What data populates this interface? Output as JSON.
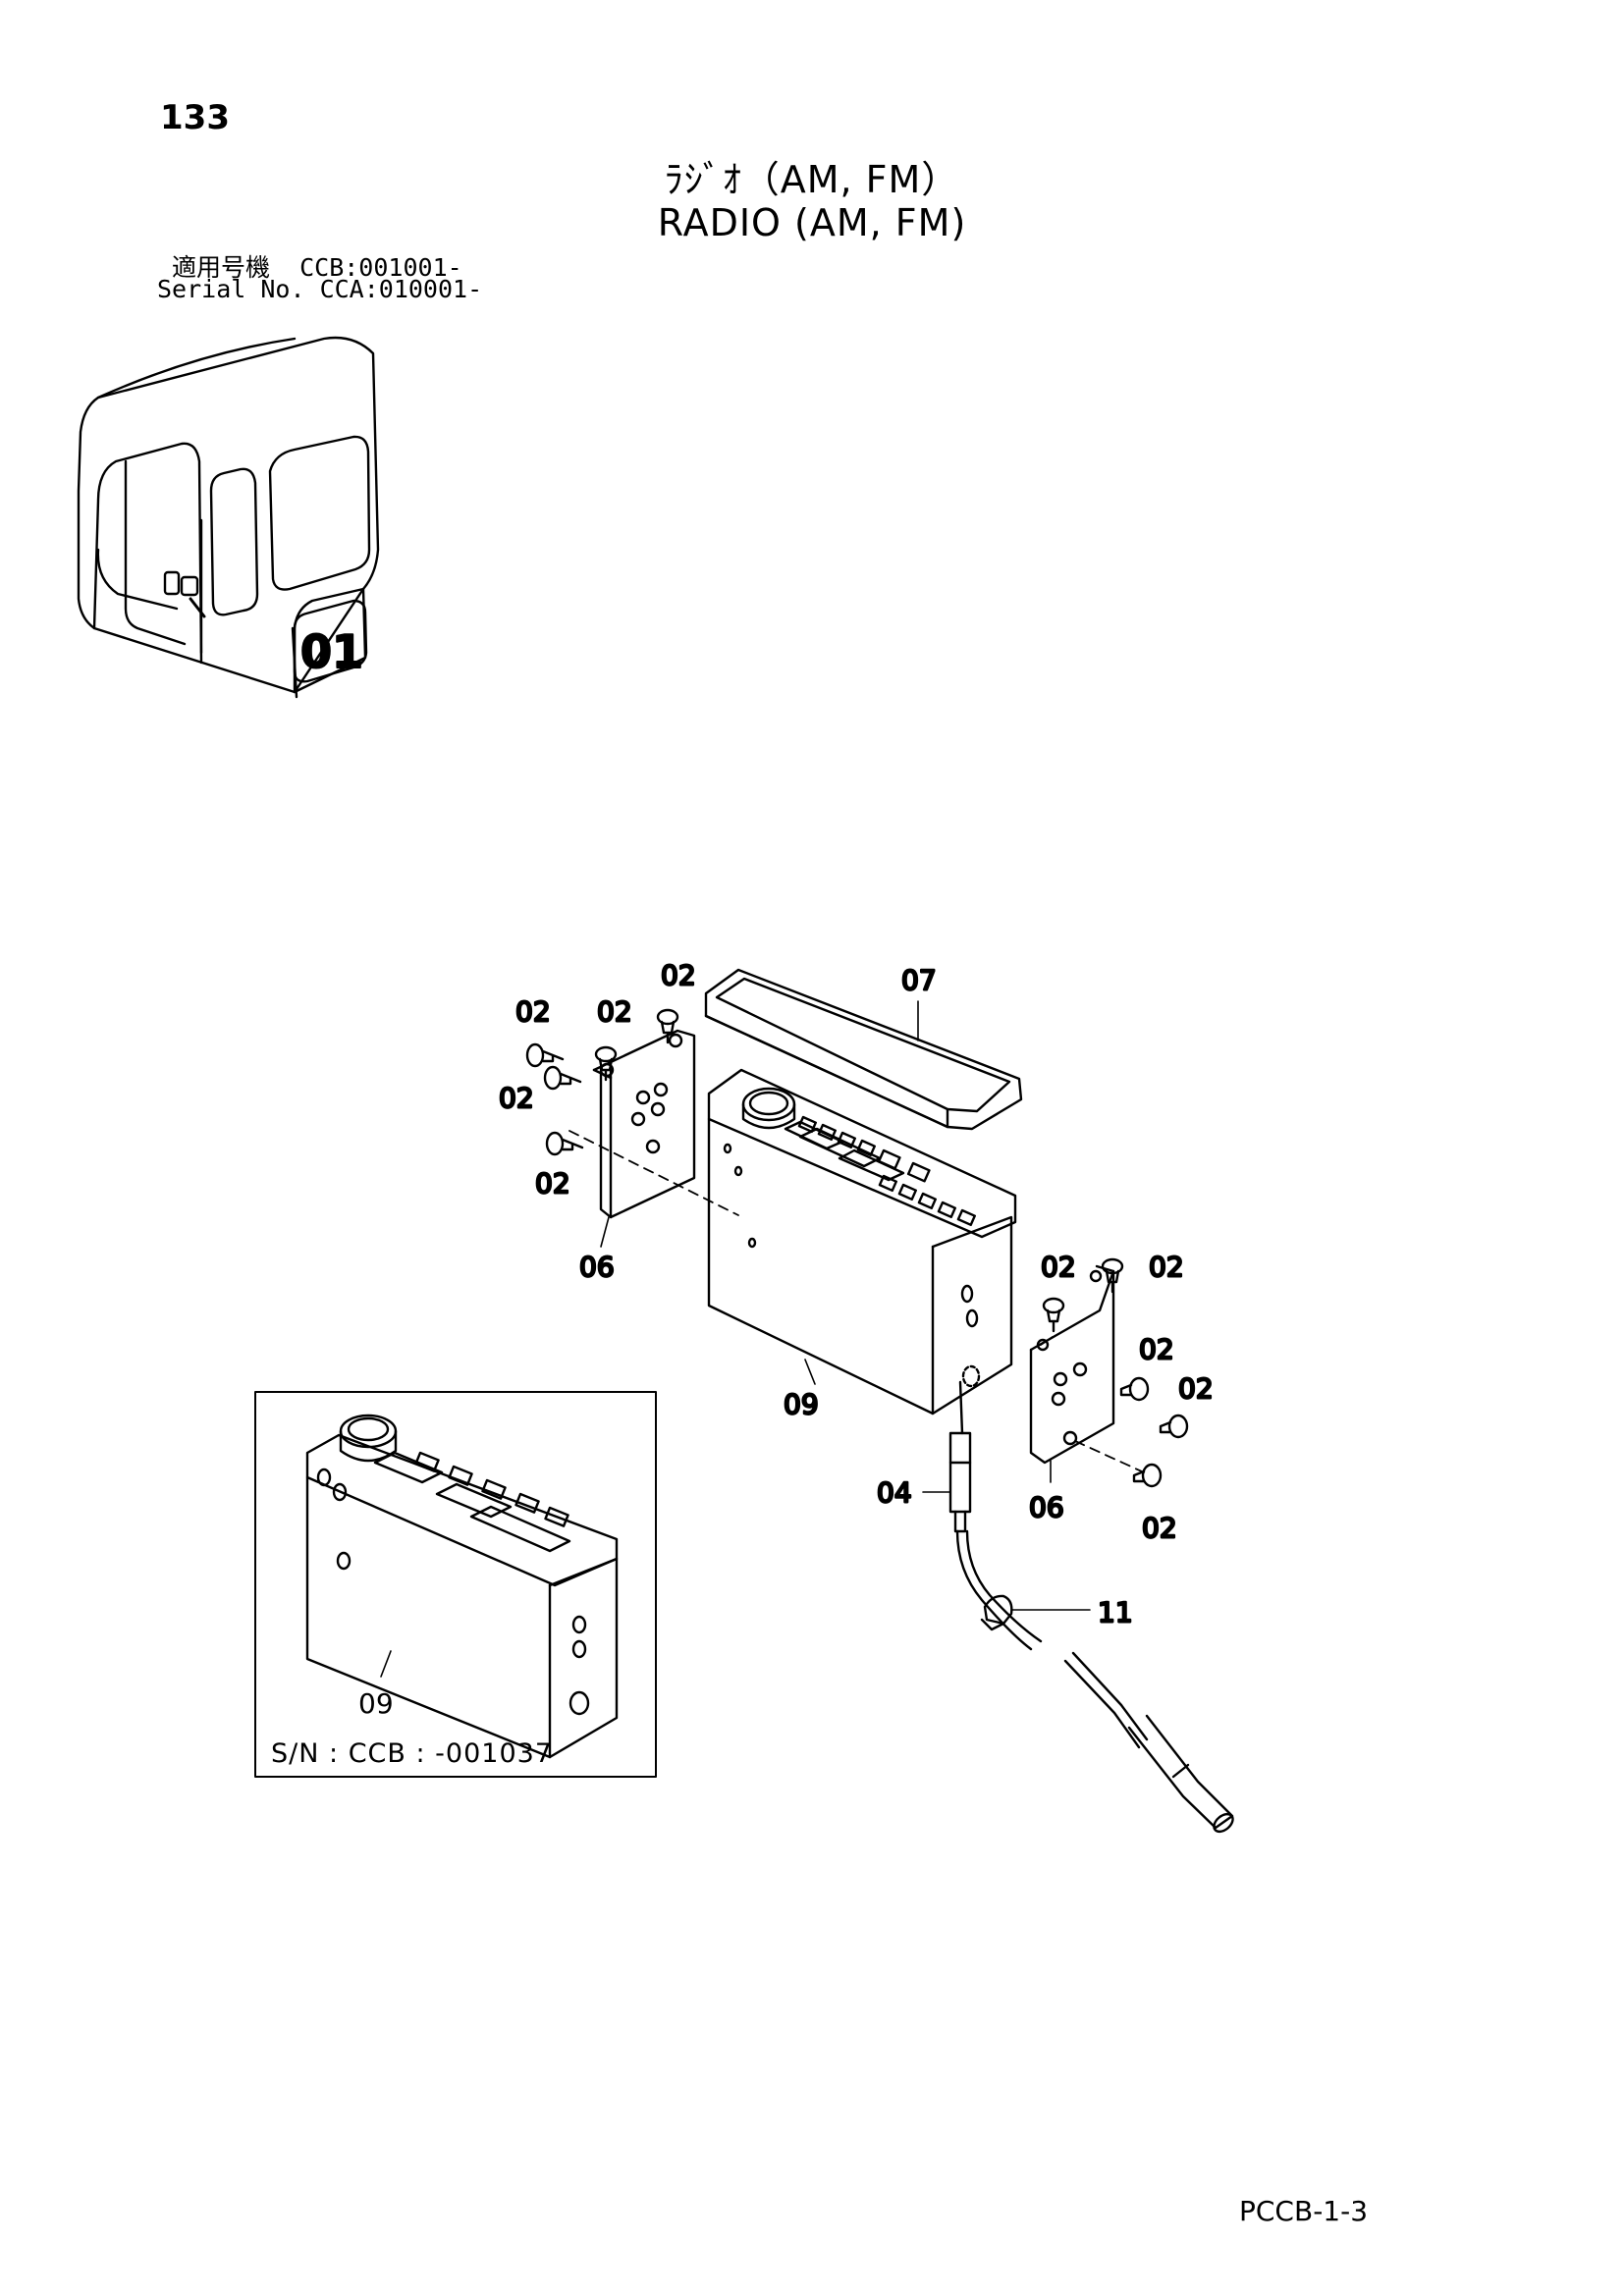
{
  "page_number": "133",
  "title_jp": "ﾗｼﾞｵ（AM, FM）",
  "title_en": "RADIO (AM, FM)",
  "serial": {
    "line1": "適用号機  CCB:001001-",
    "line2": "Serial No. CCA:010001-"
  },
  "callouts": {
    "c02": "02",
    "c04": "04",
    "c06": "06",
    "c07": "07",
    "c09": "09",
    "c11": "11"
  },
  "inset": {
    "part_label": "09",
    "sn_text": "S/N : CCB : -001037"
  },
  "footer_code": "PCCB-1-3"
}
